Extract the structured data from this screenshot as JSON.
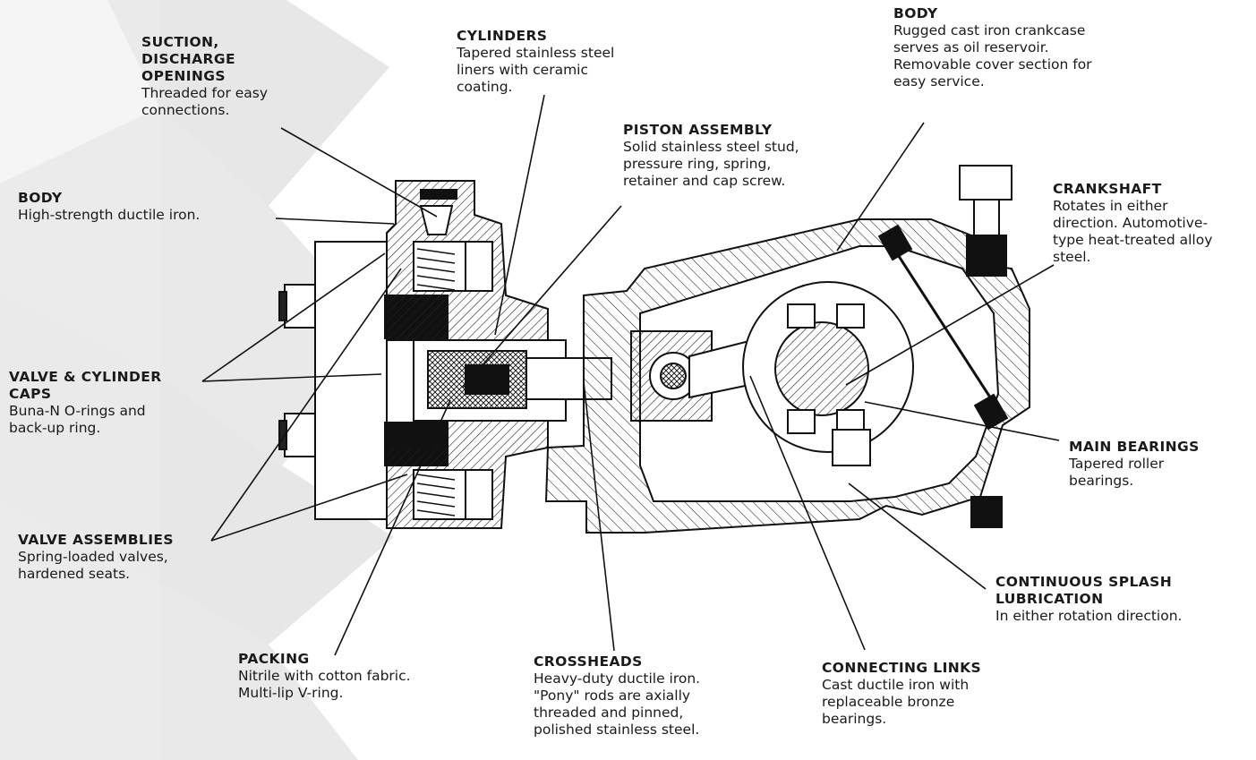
{
  "colors": {
    "text": "#1a1a1a",
    "background_shape": "#e4e4e4",
    "line": "#111111"
  },
  "callouts": [
    {
      "id": "suction",
      "title": "SUCTION, DISCHARGE OPENINGS",
      "title_lines": [
        "SUCTION,",
        "DISCHARGE",
        "OPENINGS"
      ],
      "desc_lines": [
        "Threaded for easy",
        "connections."
      ]
    },
    {
      "id": "cylinders",
      "title": "CYLINDERS",
      "title_lines": [
        "CYLINDERS"
      ],
      "desc_lines": [
        "Tapered stainless steel",
        "liners with ceramic",
        "coating."
      ]
    },
    {
      "id": "piston",
      "title": "PISTON ASSEMBLY",
      "title_lines": [
        "PISTON ASSEMBLY"
      ],
      "desc_lines": [
        "Solid stainless steel stud,",
        "pressure ring, spring,",
        "retainer and cap screw."
      ]
    },
    {
      "id": "body_top",
      "title": "BODY",
      "title_lines": [
        "BODY"
      ],
      "desc_lines": [
        "Rugged cast iron crankcase",
        "serves as oil reservoir.",
        "Removable cover section for",
        "easy service."
      ]
    },
    {
      "id": "body_left",
      "title": "BODY",
      "title_lines": [
        "BODY"
      ],
      "desc_lines": [
        "High-strength ductile iron."
      ]
    },
    {
      "id": "crankshaft",
      "title": "CRANKSHAFT",
      "title_lines": [
        "CRANKSHAFT"
      ],
      "desc_lines": [
        "Rotates in either",
        "direction. Automotive-",
        "type heat-treated alloy",
        "steel."
      ]
    },
    {
      "id": "valve_caps",
      "title": "VALVE & CYLINDER CAPS",
      "title_lines": [
        "VALVE & CYLINDER",
        "CAPS"
      ],
      "desc_lines": [
        "Buna-N O-rings and",
        "back-up ring."
      ]
    },
    {
      "id": "main_bearings",
      "title": "MAIN BEARINGS",
      "title_lines": [
        "MAIN BEARINGS"
      ],
      "desc_lines": [
        "Tapered roller",
        "bearings."
      ]
    },
    {
      "id": "valve_assemblies",
      "title": "VALVE ASSEMBLIES",
      "title_lines": [
        "VALVE ASSEMBLIES"
      ],
      "desc_lines": [
        "Spring-loaded valves,",
        "hardened seats."
      ]
    },
    {
      "id": "splash",
      "title": "CONTINUOUS SPLASH LUBRICATION",
      "title_lines": [
        "CONTINUOUS SPLASH",
        "LUBRICATION"
      ],
      "desc_lines": [
        "In either rotation direction."
      ]
    },
    {
      "id": "packing",
      "title": "PACKING",
      "title_lines": [
        "PACKING"
      ],
      "desc_lines": [
        "Nitrile with cotton fabric.",
        "Multi-lip V-ring."
      ]
    },
    {
      "id": "crossheads",
      "title": "CROSSHEADS",
      "title_lines": [
        "CROSSHEADS"
      ],
      "desc_lines": [
        "Heavy-duty ductile iron.",
        "\"Pony\" rods are axially",
        "threaded and pinned,",
        "polished stainless steel."
      ]
    },
    {
      "id": "connecting_links",
      "title": "CONNECTING LINKS",
      "title_lines": [
        "CONNECTING LINKS"
      ],
      "desc_lines": [
        "Cast ductile iron with",
        "replaceable bronze",
        "bearings."
      ]
    }
  ]
}
